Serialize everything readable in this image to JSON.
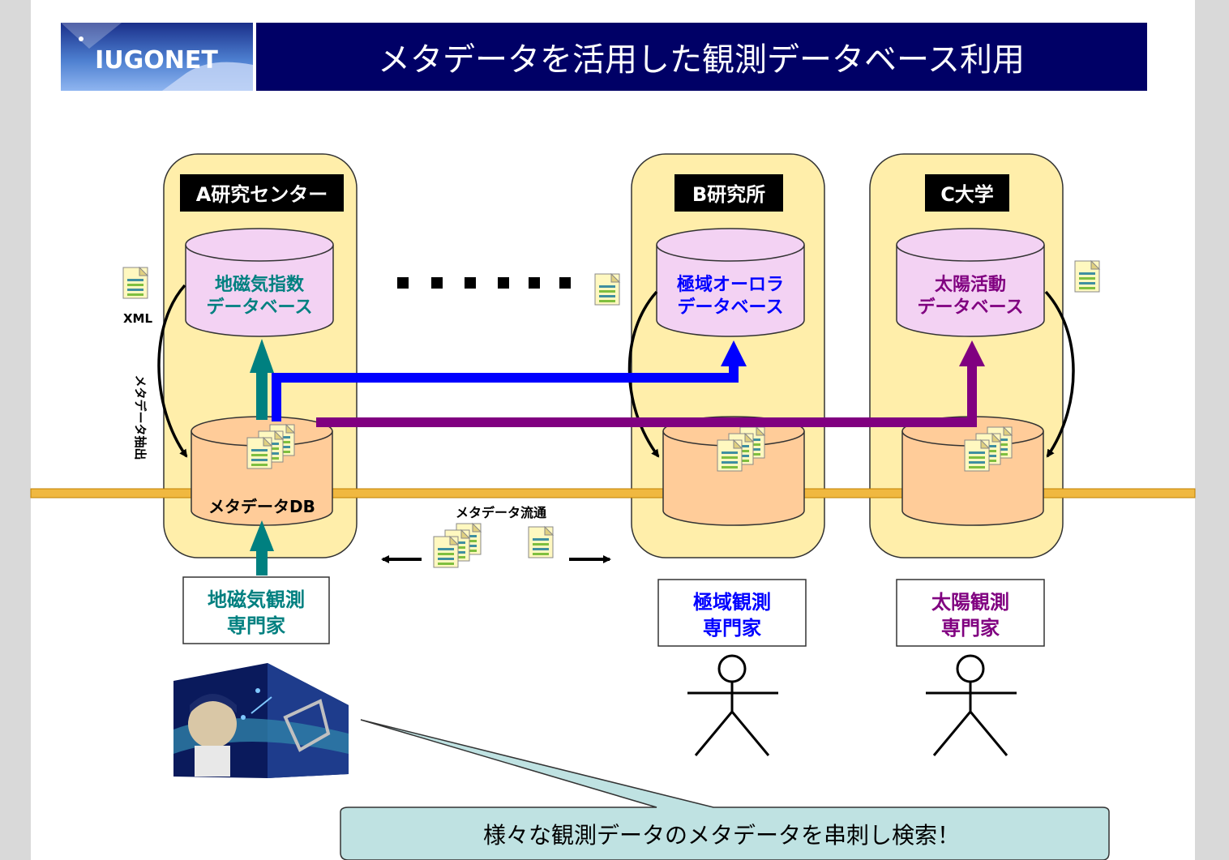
{
  "logo": {
    "text": "IUGONET"
  },
  "title": "メタデータを活用した観測データベース利用",
  "sites": [
    {
      "label": "A研究センター",
      "db_line1": "地磁気指数",
      "db_line2": "データベース",
      "db_color": "#008080",
      "expert_line1": "地磁気観測",
      "expert_line2": "専門家"
    },
    {
      "label": "B研究所",
      "db_line1": "極域オーロラ",
      "db_line2": "データベース",
      "db_color": "#0000ff",
      "expert_line1": "極域観測",
      "expert_line2": "専門家"
    },
    {
      "label": "C大学",
      "db_line1": "太陽活動",
      "db_line2": "データベース",
      "db_color": "#800080",
      "expert_line1": "太陽観測",
      "expert_line2": "専門家"
    }
  ],
  "metadata_db_label": "メタデータDB",
  "xml_label": "XML",
  "extract_label": "メタデータ抽出",
  "flow_label": "メタデータ流通",
  "callout": "様々な観測データのメタデータを串刺し検索！",
  "colors": {
    "panel_fill": "#ffeeaa",
    "db_top_fill": "#f3d2f3",
    "meta_db_fill": "#ffcc99",
    "network_line": "#f0b840",
    "title_bg": "#000066",
    "teal": "#008080",
    "blue": "#0000ff",
    "purple": "#800080",
    "callout_fill": "#bfe2e2"
  }
}
